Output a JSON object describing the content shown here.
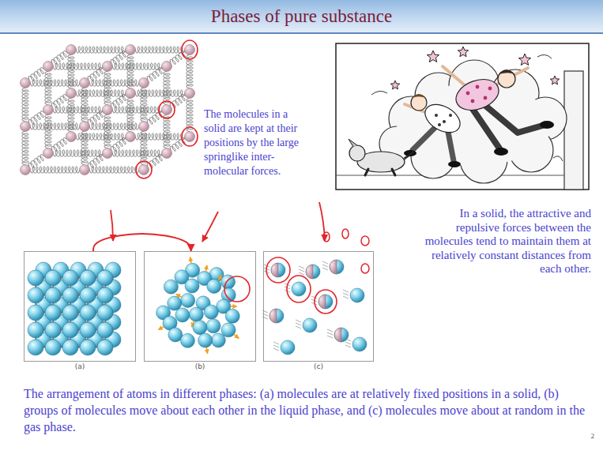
{
  "diagram": {
    "title": "Phases of pure substance",
    "caption": "The arrangement of atoms in different phases: (a) molecules are at relatively fixed positions in a solid, (b) groups of molecules move about each other in the liquid phase, and (c) molecules move about at random in the gas phase.",
    "nodes": [
      {
        "text": [
          "(a)"
        ]
      },
      {
        "text": [
          "(b)"
        ]
      },
      {
        "text": [
          "(c)"
        ]
      }
    ],
    "edges": [
      {
        "from": 0,
        "to": 1,
        "arrow": "to"
      }
    ],
    "labels": [
      "The molecules in a solid are kept at their positions by the large springlike inter- molecular forces.",
      "In a solid, the attractive and repulsive forces between the molecules tend to maintain them at relatively constant distances from each other.",
      "2"
    ]
  }
}
